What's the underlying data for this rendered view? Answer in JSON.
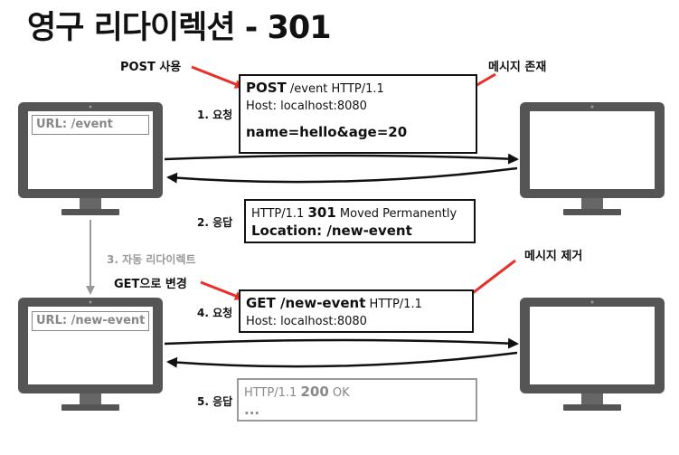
{
  "title": "영구 리다이렉션 - 301",
  "client1": {
    "url_label": "URL: /event"
  },
  "client2": {
    "url_label": "URL: /new-event"
  },
  "annotations": {
    "post_usage": "POST 사용",
    "message_exists": "메시지 존재",
    "message_removed": "메시지 제거",
    "changed_to_get": "GET으로 변경"
  },
  "steps": {
    "step1": "1. 요청",
    "step2": "2. 응답",
    "step3": "3. 자동 리다이렉트",
    "step4": "4. 요청",
    "step5": "5. 응답"
  },
  "request1": {
    "method": "POST",
    "request_line_rest": " /event HTTP/1.1",
    "host": "Host: localhost:8080",
    "body": "name=hello&age=20"
  },
  "response1": {
    "status_prefix": "HTTP/1.1 ",
    "status_code": "301",
    "status_text": " Moved Permanently",
    "location": "Location: /new-event"
  },
  "request2": {
    "request_line_main": "GET /new-event",
    "request_line_rest": " HTTP/1.1",
    "host": "Host: localhost:8080"
  },
  "response2": {
    "status_prefix": "HTTP/1.1 ",
    "status_code": "200",
    "status_text": " OK",
    "body": "..."
  },
  "colors": {
    "arrow_red": "#e8302a",
    "monitor_dark": "#555555",
    "monitor_screen": "#ffffff",
    "gray_text": "#999999"
  }
}
